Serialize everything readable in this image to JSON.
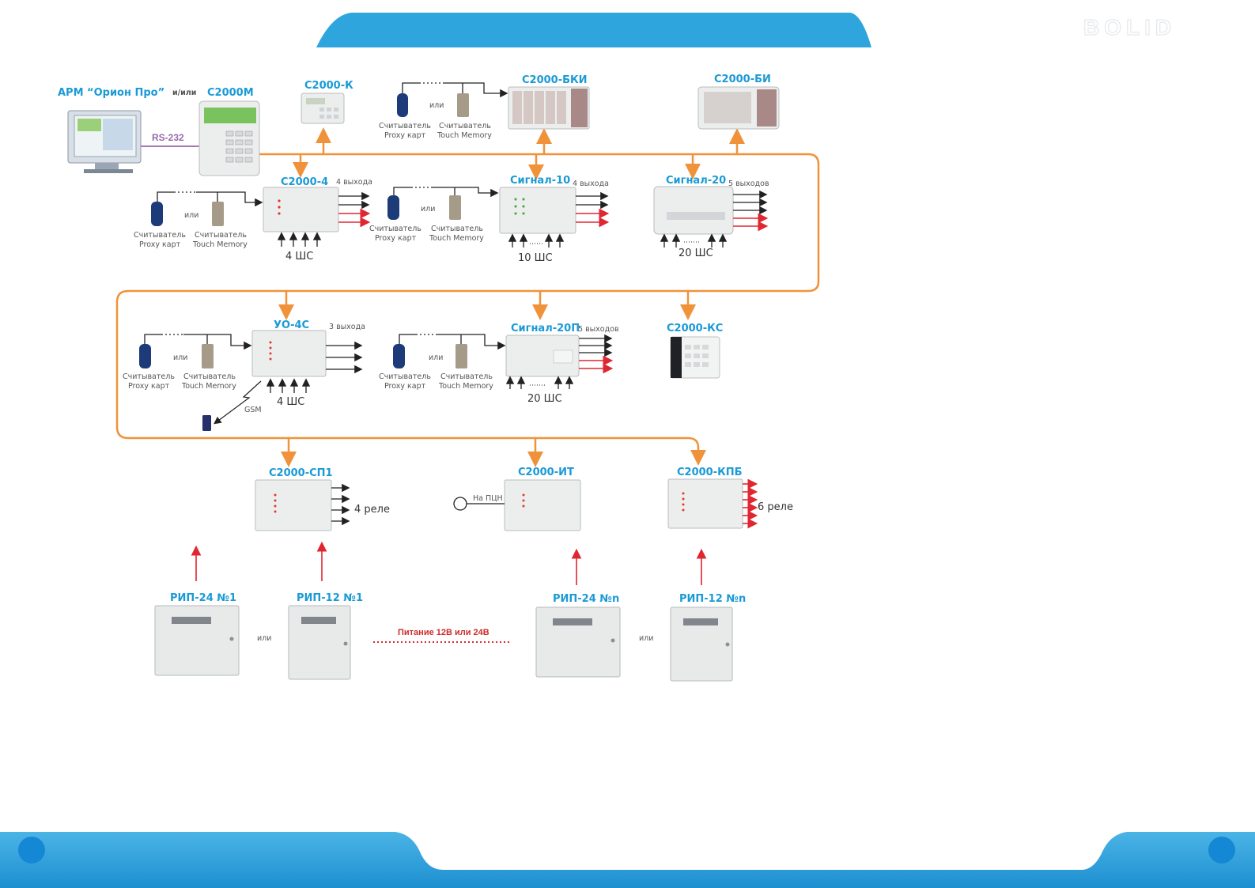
{
  "header": {
    "logo_text": "BOLID",
    "banner_color": "#2ea5dc"
  },
  "colors": {
    "accent": "#1a9ad6",
    "bus": "#f0923a",
    "power": "#e02630",
    "power_text": "#cf2a2a"
  },
  "labels": {
    "arm": "АРМ “Орион Про”",
    "and_or": "и/или",
    "c2000m": "С2000М",
    "rs232": "RS-232",
    "c2000k": "С2000-К",
    "c2000bki": "С2000-БКИ",
    "c2000bi": "С2000-БИ",
    "c2000_4": "С2000-4",
    "c2000_4_out": "4 выхода",
    "signal10": "Сигнал-10",
    "signal10_out": "4 выхода",
    "signal20": "Сигнал-20",
    "signal20_out": "5 выходов",
    "uo4c": "УО-4С",
    "uo4c_out": "3 выхода",
    "signal20p": "Сигнал-20П",
    "signal20p_out": "5 выходов",
    "c2000ks": "С2000-КС",
    "c2000sp1": "С2000-СП1",
    "c2000it": "С2000-ИТ",
    "c2000kpb": "С2000-КПБ",
    "relay4": "4 реле",
    "relay6": "6   реле",
    "na_ptsn": "На ПЦН",
    "gsm": "GSM",
    "shs4": "4 ШС",
    "shs10": "10 ШС",
    "shs20": "20 ШС",
    "ili": "или",
    "reader_proxy_1": "Считыватель",
    "reader_proxy_2": "Proxy карт",
    "reader_tm_1": "Считыватель",
    "reader_tm_2": "Touch Memory",
    "rip24_1": "РИП-24 №1",
    "rip12_1": "РИП-12 №1",
    "rip24_n": "РИП-24 №n",
    "rip12_n": "РИП-12 №n",
    "power": "Питание 12В или 24В"
  }
}
